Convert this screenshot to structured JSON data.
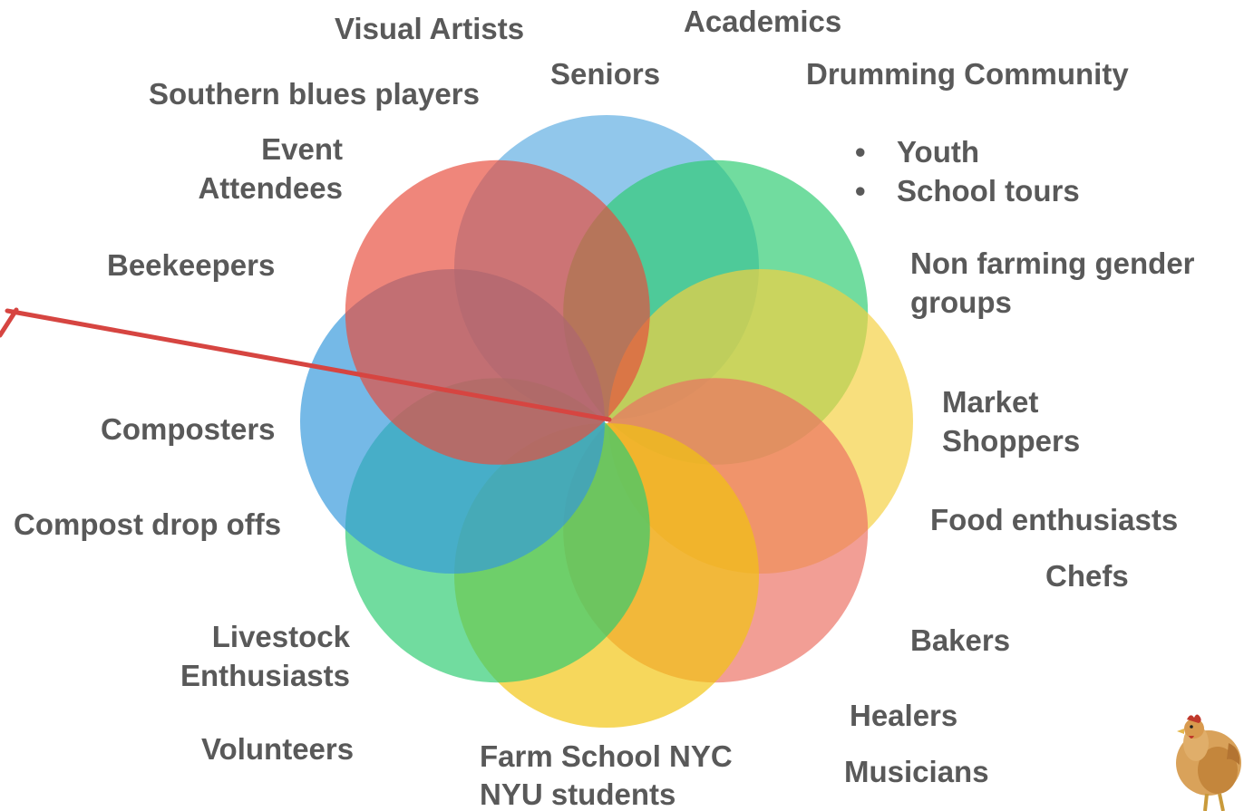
{
  "labels": {
    "visual_artists": "Visual Artists",
    "academics": "Academics",
    "seniors": "Seniors",
    "drumming_community": "Drumming Community",
    "southern_blues_players": "Southern blues players",
    "event_attendees": [
      "Event",
      "Attendees"
    ],
    "youth_items": [
      "Youth",
      "School tours"
    ],
    "beekeepers": "Beekeepers",
    "non_farming_gender_groups": [
      "Non farming gender",
      "groups"
    ],
    "market_shoppers": [
      "Market",
      "Shoppers"
    ],
    "composters": "Composters",
    "compost_drop_offs": "Compost drop offs",
    "food_enthusiasts": "Food enthusiasts",
    "chefs": "Chefs",
    "livestock_enthusiasts": [
      "Livestock",
      "Enthusiasts"
    ],
    "bakers": "Bakers",
    "healers": "Healers",
    "volunteers": "Volunteers",
    "farm_school": [
      "Farm School NYC",
      "NYU students"
    ],
    "musicians": "Musicians"
  },
  "petals": [
    {
      "name": "top-blue",
      "color": "#5DADE2"
    },
    {
      "name": "upper-right-green",
      "color": "#2ECC71"
    },
    {
      "name": "right-yellow",
      "color": "#F4D03F"
    },
    {
      "name": "lower-right-pink",
      "color": "#EC7063"
    },
    {
      "name": "bottom-yellow",
      "color": "#F1C40F"
    },
    {
      "name": "lower-left-green",
      "color": "#2ECC71"
    },
    {
      "name": "left-blue",
      "color": "#3498DB"
    },
    {
      "name": "upper-left-pink",
      "color": "#E74C3C"
    }
  ],
  "colors": {
    "label_text": "#595959",
    "pointer_line": "#D64541"
  },
  "icons": {
    "chicken": "chicken-icon"
  }
}
